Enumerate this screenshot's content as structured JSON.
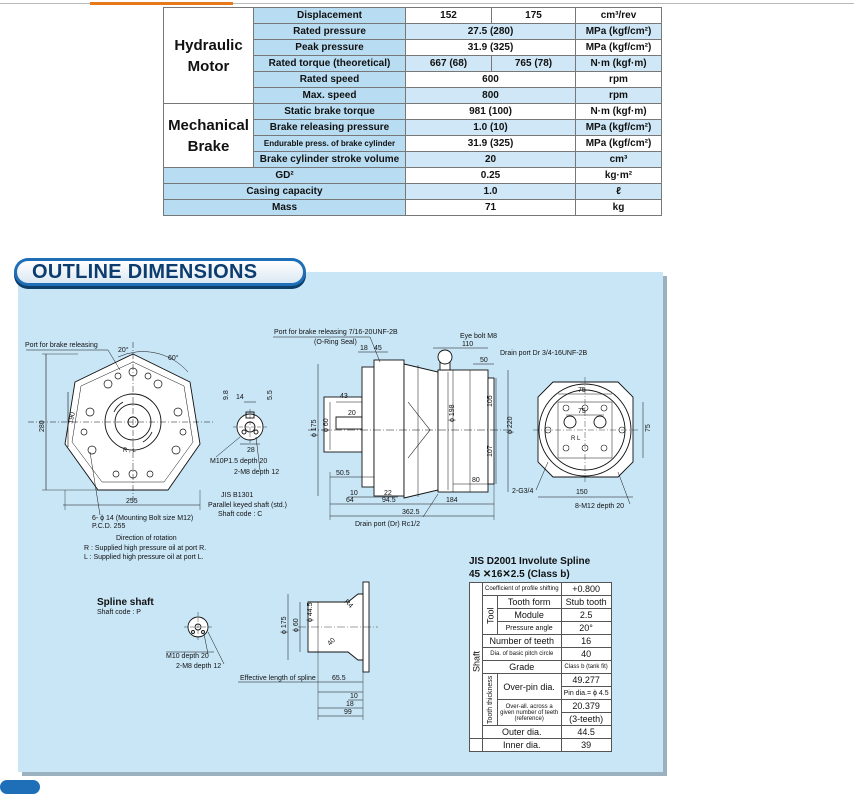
{
  "spec_table": {
    "groups": {
      "hydraulic_motor": "Hydraulic Motor",
      "mechanical_brake": "Mechanical Brake"
    },
    "rows": [
      {
        "label": "Displacement",
        "v1": "152",
        "v2": "175",
        "unit": "cm³/rev"
      },
      {
        "label": "Rated pressure",
        "value": "27.5 (280)",
        "unit": "MPa (kgf/cm²)"
      },
      {
        "label": "Peak pressure",
        "value": "31.9 (325)",
        "unit": "MPa (kgf/cm²)"
      },
      {
        "label": "Rated torque (theoretical)",
        "v1": "667 (68)",
        "v2": "765 (78)",
        "unit": "N·m (kgf·m)"
      },
      {
        "label": "Rated speed",
        "value": "600",
        "unit": "rpm"
      },
      {
        "label": "Max. speed",
        "value": "800",
        "unit": "rpm"
      },
      {
        "label": "Static brake torque",
        "value": "981 (100)",
        "unit": "N·m (kgf·m)"
      },
      {
        "label": "Brake releasing pressure",
        "value": "1.0 (10)",
        "unit": "MPa (kgf/cm²)"
      },
      {
        "label": "Endurable press. of brake cylinder",
        "value": "31.9 (325)",
        "unit": "MPa (kgf/cm²)"
      },
      {
        "label": "Brake cylinder stroke volume",
        "value": "20",
        "unit": "cm³"
      },
      {
        "label": "GD²",
        "value": "0.25",
        "unit": "kg·m²"
      },
      {
        "label": "Casing capacity",
        "value": "1.0",
        "unit": "ℓ"
      },
      {
        "label": "Mass",
        "value": "71",
        "unit": "kg"
      }
    ]
  },
  "section_title": "OUTLINE DIMENSIONS",
  "drawing": {
    "front_view": {
      "port_label": "Port for brake releasing",
      "angle1": "20°",
      "angle2": "60°",
      "dim_280": "280",
      "dim_190": "190",
      "dim_255": "255",
      "rl": "R , L",
      "holes": "6- ϕ 14 (Mounting Bolt size M12)",
      "pcd": "P.C.D. 255",
      "rotation_title": "Direction of rotation",
      "rotation_r": "R : Supplied high pressure oil at port R.",
      "rotation_l": "L : Supplied high pressure oil at port L."
    },
    "shaft_key": {
      "d14": "14",
      "d9": "9.8",
      "d5": "5.5",
      "d28": "28",
      "m10": "M10P1.5 depth 20",
      "m8": "2-M8 depth 12",
      "jis": "JIS B1301",
      "parallel": "Parallel keyed shaft (std.)",
      "code": "Shaft code : C"
    },
    "side_view": {
      "port_brake": "Port for brake releasing 7/16-20UNF-2B",
      "oring": "(O-Ring Seal)",
      "d18": "18",
      "d45": "45",
      "eye": "Eye bolt M8",
      "d110": "110",
      "drain_dr": "Drain port Dr 3/4-16UNF-2B",
      "d50": "50",
      "d43": "43",
      "d20": "20",
      "phi175": "ϕ 175",
      "phi60": "ϕ 60",
      "phi198": "ϕ 198",
      "d105": "105",
      "d107": "107",
      "phi220": "ϕ 220",
      "d50_5": "50.5",
      "d80": "80",
      "d10": "10",
      "d22": "22",
      "d64": "64",
      "d94_5": "94.5",
      "d184": "184",
      "d362_5": "362.5",
      "drain_rc": "Drain port (Dr) Rc1/2"
    },
    "rear_view": {
      "d75a": "75",
      "d75b": "75",
      "rl": "R   L",
      "g34": "2-G3/4",
      "d150": "150",
      "m12": "8-M12 depth 20"
    },
    "spline_shaft": {
      "title": "Spline shaft",
      "code": "Shaft code : P",
      "m10": "M10 depth 20",
      "m8": "2-M8 depth 12",
      "r4": "R4",
      "phi175": "ϕ 175",
      "phi60": "ϕ 60",
      "phi44": "ϕ 44.5",
      "d40": "40",
      "eff": "Effective length of spline",
      "d65": "65.5",
      "d10": "10",
      "d18": "18",
      "d99": "99"
    }
  },
  "spline_table": {
    "title1": "JIS  D2001 Involute Spline",
    "title2": "45 ✕16✕2.5 (Class b)",
    "coef_label": "Coefficient of profile shifting",
    "coef_value": "+0.800",
    "tool": "Tool",
    "shaft": "Shaft",
    "tooth_form": "Tooth form",
    "tooth_form_v": "Stub tooth",
    "module": "Module",
    "module_v": "2.5",
    "pressure": "Pressure angle",
    "pressure_v": "20°",
    "num_teeth": "Number of teeth",
    "num_teeth_v": "16",
    "pitch": "Dia. of basic pitch circle",
    "pitch_v": "40",
    "grade": "Grade",
    "grade_v": "Class b (tank fit)",
    "tooth_thickness": "Tooth thickness",
    "overpin": "Over-pin dia.",
    "overpin_v": "49.277",
    "pin": "Pin dia.= ϕ 4.5",
    "overall": "Over-all. across a given number of teeth (reference)",
    "overall_v": "20.379",
    "teeth3": "(3-teeth)",
    "outer": "Outer dia.",
    "outer_v": "44.5",
    "inner": "Inner dia.",
    "inner_v": "39"
  }
}
